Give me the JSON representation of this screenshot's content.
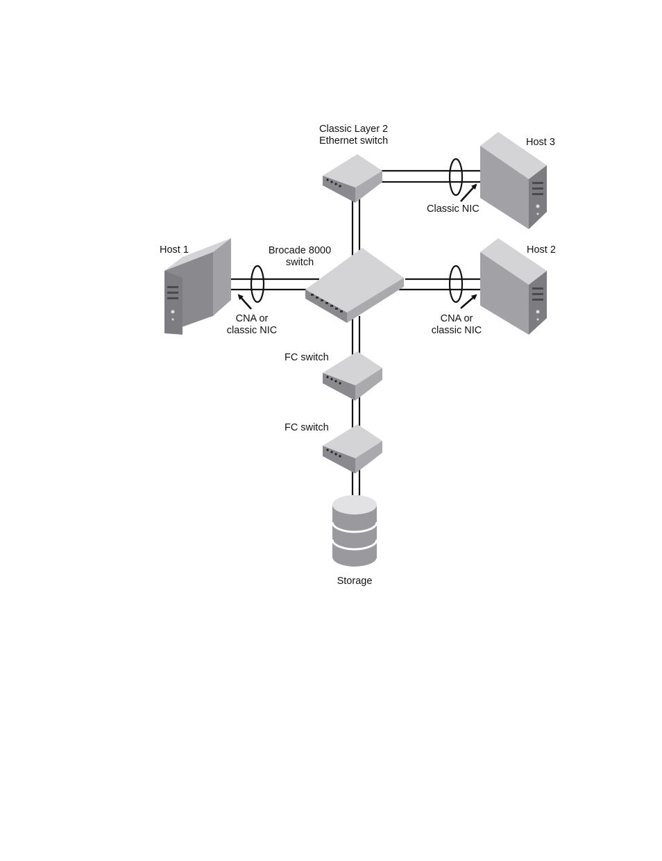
{
  "diagram": {
    "labels": {
      "classic_l2_switch_line1": "Classic Layer 2",
      "classic_l2_switch_line2": "Ethernet switch",
      "host3": "Host 3",
      "classic_nic": "Classic NIC",
      "host1": "Host 1",
      "brocade_line1": "Brocade 8000",
      "brocade_line2": "switch",
      "host2": "Host 2",
      "cna_left_line1": "CNA or",
      "cna_left_line2": "classic NIC",
      "cna_right_line1": "CNA or",
      "cna_right_line2": "classic NIC",
      "fc_switch_1": "FC switch",
      "fc_switch_2": "FC switch",
      "storage": "Storage"
    },
    "colors": {
      "line": "#111111",
      "device_top": "#d4d4d6",
      "device_side": "#a2a2a6",
      "device_front": "#7d7d81",
      "storage_top": "#e2e2e4",
      "storage_body": "#9a9a9e"
    }
  }
}
